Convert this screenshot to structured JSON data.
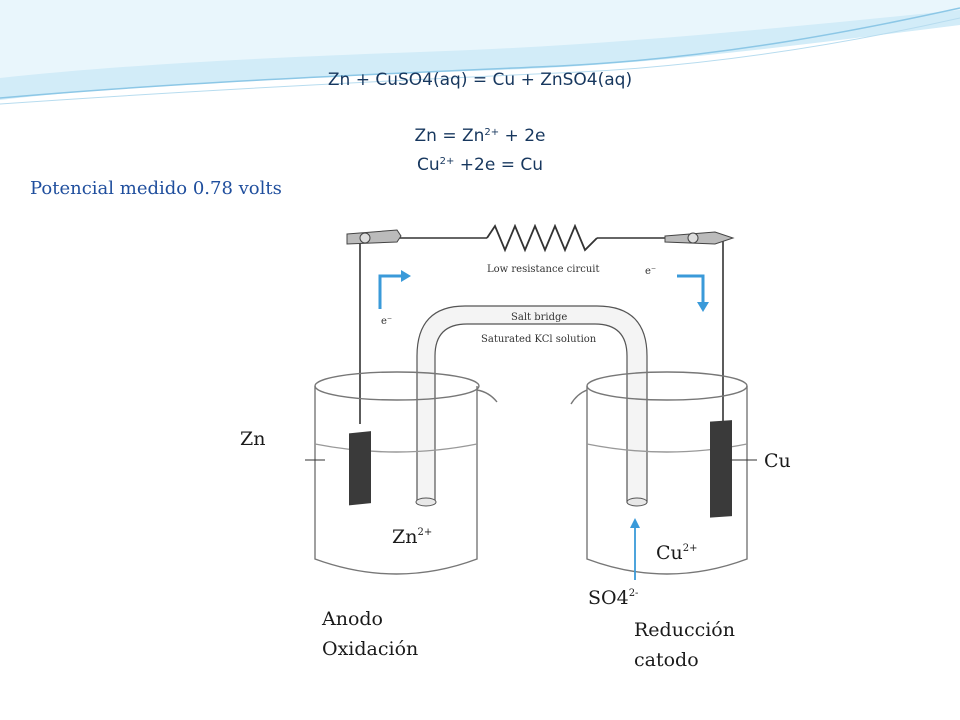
{
  "header": {
    "reaction": "Zn + CuSO4(aq) = Cu + ZnSO4(aq)",
    "half_ox": {
      "base": "Zn = Zn",
      "sup": "2+",
      "tail": " + 2e"
    },
    "half_red": {
      "base": "Cu",
      "sup": "2+",
      "tail": " +2e = Cu"
    }
  },
  "potential": "Potencial medido  0.78 volts",
  "figure": {
    "circuit_label": "Low resistance circuit",
    "electron_left": "e⁻",
    "electron_right": "e⁻",
    "bridge_label_1": "Salt bridge",
    "bridge_label_2": "Saturated KCl solution"
  },
  "labels": {
    "zn": "Zn",
    "zn_ion": {
      "base": "Zn",
      "sup": "2+"
    },
    "cu": "Cu",
    "cu_ion": {
      "base": "Cu",
      "sup": "2+"
    },
    "so4": {
      "base": "SO4",
      "sup": "2-"
    },
    "anode_1": "Anodo",
    "anode_2": "Oxidación",
    "cathode_1": "Reducción",
    "cathode_2": "catodo"
  },
  "colors": {
    "header_wave": "#c8e8f6",
    "title_text": "#17375e",
    "potential_text": "#1f4e9d",
    "arrow_blue": "#3a9ad9"
  }
}
